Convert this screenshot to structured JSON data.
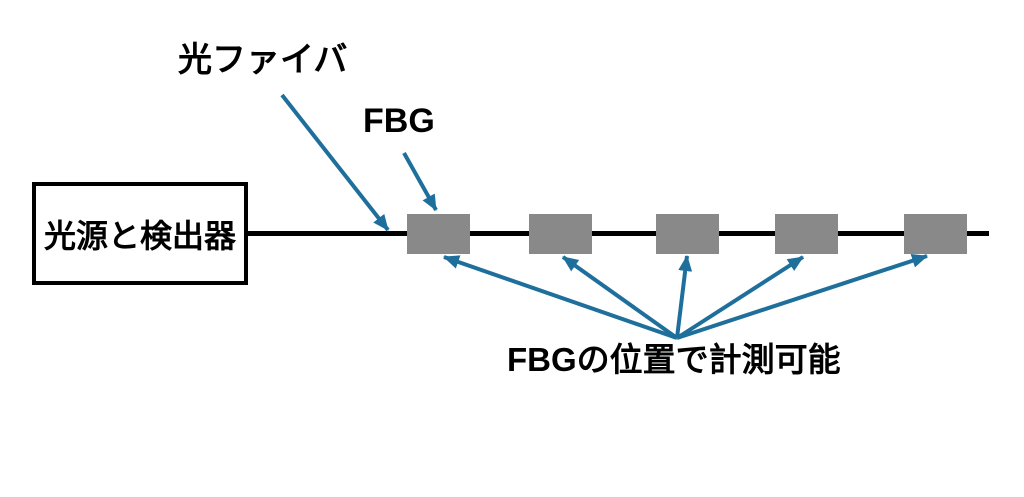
{
  "diagram": {
    "source_box_label": "光源と検出器",
    "fiber_label": "光ファイバ",
    "fbg_label": "FBG",
    "measure_label": "FBGの位置で計測可能",
    "fbg_count": 5
  },
  "colors": {
    "background": "#FFFFFF",
    "fiber_line": "#000000",
    "box_border": "#000000",
    "text": "#000000",
    "arrow": "#1F6F9C",
    "fbg_fill": "#898989"
  }
}
